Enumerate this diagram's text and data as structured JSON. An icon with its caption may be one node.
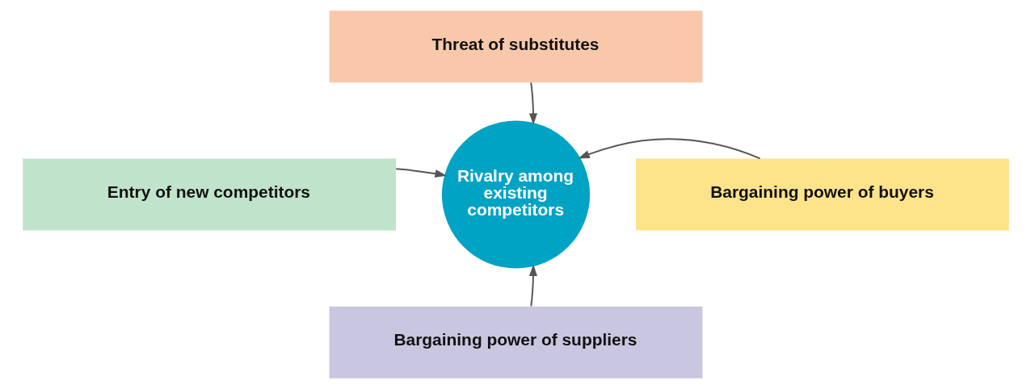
{
  "diagram": {
    "nodes": [
      {
        "text": [
          "Threat of substitutes"
        ]
      },
      {
        "text": [
          "Entry of new competitors"
        ]
      },
      {
        "text": [
          "Rivalry among existing competitors"
        ]
      },
      {
        "text": [
          "Bargaining power of buyers"
        ]
      },
      {
        "text": [
          "Bargaining power of suppliers"
        ]
      }
    ],
    "edges": [
      {
        "from": 0,
        "to": 2,
        "arrow": "to"
      },
      {
        "from": 1,
        "to": 2,
        "arrow": "to"
      },
      {
        "from": 3,
        "to": 2,
        "arrow": "to"
      },
      {
        "from": 4,
        "to": 2,
        "arrow": "to"
      }
    ]
  }
}
